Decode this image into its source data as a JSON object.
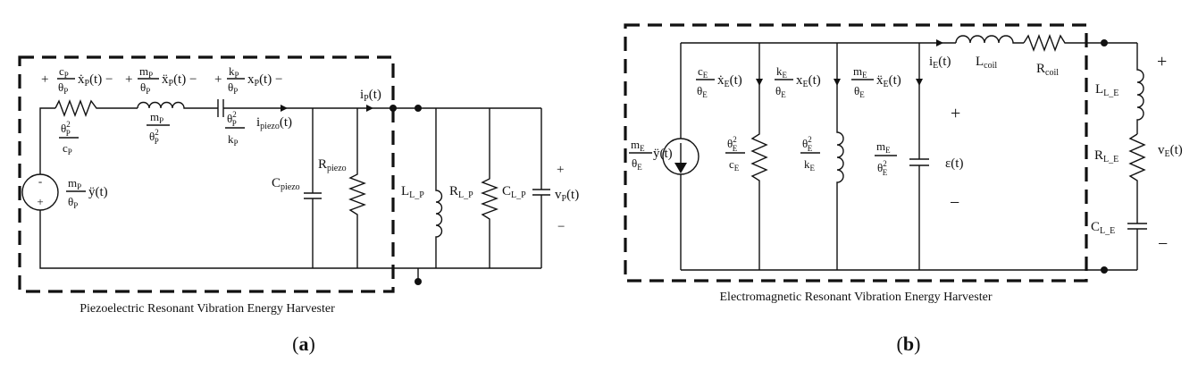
{
  "panel_a": {
    "caption": "Piezoelectric Resonant Vibration Energy Harvester",
    "panel_label_open": "(",
    "panel_label": "a",
    "panel_label_close": ")",
    "source_num_m": "m",
    "source_num_sub": "P",
    "source_den": "θ",
    "source_den_sub": "P",
    "source_tail": "ÿ(t)",
    "src_minus": "-",
    "src_plus": "+",
    "top_plus1": "+",
    "top_c": "c",
    "top_c_sub": "P",
    "top_theta": "θ",
    "top_theta_sub": "P",
    "top_term1": "ẋ",
    "top_term1_sub": "P",
    "top_term1_tail": "(t) −",
    "top_plus2": "+",
    "top_m": "m",
    "top_m_sub": "P",
    "top_term2": "ẍ",
    "top_term2_sub": "P",
    "top_term2_tail": "(t) −",
    "top_plus3": "+",
    "top_k": "k",
    "top_k_sub": "P",
    "top_term3": "x",
    "top_term3_sub": "P",
    "top_term3_tail": "(t) −",
    "r_num": "θ",
    "r_num_sub": "P",
    "r_den": "c",
    "r_den_sub": "P",
    "l_num": "m",
    "l_num_sub": "P",
    "l_den": "θ",
    "l_den_sub": "P",
    "c_num": "θ",
    "c_num_sub": "P",
    "c_den": "k",
    "c_den_sub": "P",
    "sq": "2",
    "i_piezo": "i",
    "i_piezo_sub": "piezo",
    "i_piezo_tail": "(t)",
    "i_p": "i",
    "i_p_sub": "P",
    "i_p_tail": "(t)",
    "c_piezo": "C",
    "c_piezo_sub": "piezo",
    "r_piezo": "R",
    "r_piezo_sub": "piezo",
    "l_lp": "L",
    "l_lp_sub": "L_P",
    "r_lp": "R",
    "r_lp_sub": "L_P",
    "c_lp": "C",
    "c_lp_sub": "L_P",
    "v_p": "v",
    "v_p_sub": "P",
    "v_p_tail": "(t)",
    "out_plus": "+",
    "out_minus": "−"
  },
  "panel_b": {
    "caption": "Electromagnetic Resonant Vibration Energy Harvester",
    "panel_label_open": "(",
    "panel_label": "b",
    "panel_label_close": ")",
    "src_m": "m",
    "src_m_sub": "E",
    "src_theta": "θ",
    "src_theta_sub": "E",
    "src_tail": "ÿ(t)",
    "b1_c": "c",
    "b1_c_sub": "E",
    "b1_theta": "θ",
    "b1_theta_sub": "E",
    "b1_term": "ẋ",
    "b1_term_sub": "E",
    "b1_tail": "(t)",
    "b2_k": "k",
    "b2_k_sub": "E",
    "b2_theta": "θ",
    "b2_theta_sub": "E",
    "b2_term": "x",
    "b2_term_sub": "E",
    "b2_tail": "(t)",
    "b3_m": "m",
    "b3_m_sub": "E",
    "b3_theta": "θ",
    "b3_theta_sub": "E",
    "b3_term": "ẍ",
    "b3_term_sub": "E",
    "b3_tail": "(t)",
    "r_num": "θ",
    "r_num_sub": "E",
    "r_den": "c",
    "r_den_sub": "E",
    "l_num": "θ",
    "l_num_sub": "E",
    "l_den": "k",
    "l_den_sub": "E",
    "c_num": "m",
    "c_num_sub": "E",
    "c_den": "θ",
    "c_den_sub": "E",
    "sq": "2",
    "i_e": "i",
    "i_e_sub": "E",
    "i_e_tail": "(t)",
    "l_coil": "L",
    "l_coil_sub": "coil",
    "r_coil": "R",
    "r_coil_sub": "coil",
    "emf": "ε(t)",
    "emf_plus": "+",
    "emf_minus": "−",
    "l_le": "L",
    "l_le_sub": "L_E",
    "r_le": "R",
    "r_le_sub": "L_E",
    "c_le": "C",
    "c_le_sub": "L_E",
    "v_e": "v",
    "v_e_sub": "E",
    "v_e_tail": "(t)",
    "out_plus": "+",
    "out_minus": "−"
  }
}
